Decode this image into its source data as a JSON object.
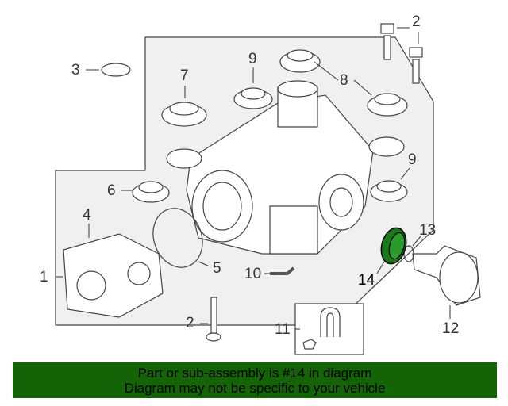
{
  "diagram": {
    "callouts": {
      "c1": "1",
      "c2a": "2",
      "c2b": "2",
      "c3": "3",
      "c4": "4",
      "c5": "5",
      "c6": "6",
      "c7": "7",
      "c8": "8",
      "c9a": "9",
      "c9b": "9",
      "c10": "10",
      "c11": "11",
      "c12": "12",
      "c13": "13",
      "c14": "14"
    },
    "highlight_color": "#1a7a1a"
  },
  "banner": {
    "line1": "Part or sub-assembly is #14 in diagram",
    "line2": "Diagram may not be specific to your vehicle",
    "color": "#156307"
  }
}
